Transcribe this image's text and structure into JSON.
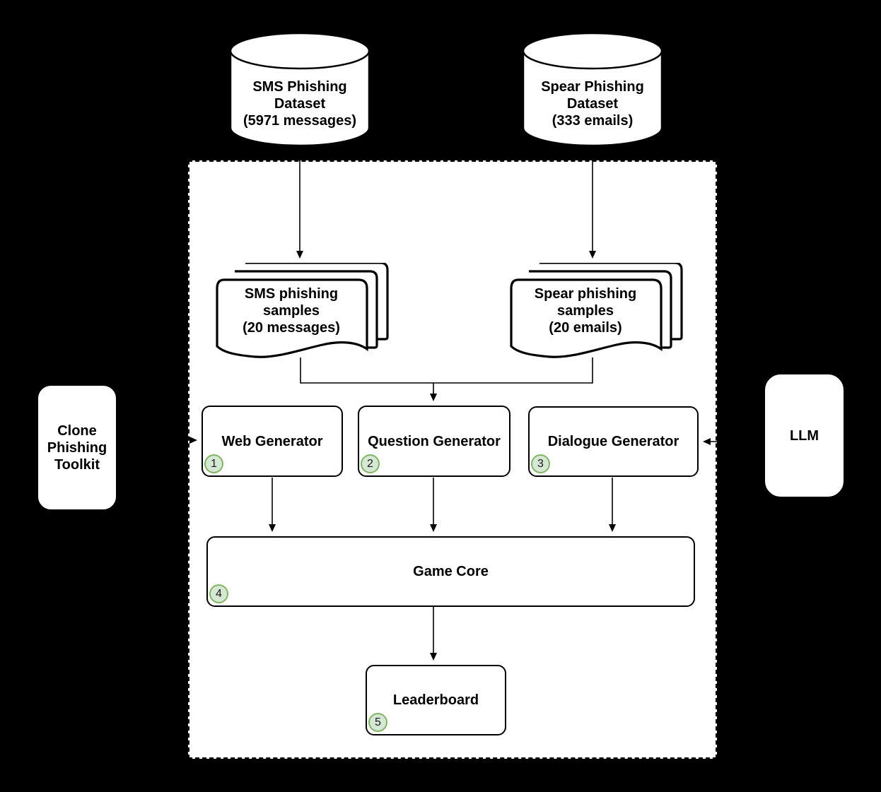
{
  "diagram": {
    "background_color": "#000000",
    "container_fill": "#ffffff",
    "stroke_color": "#000000",
    "badge_fill": "#d5e8d4",
    "badge_border": "#82b366",
    "nodes": {
      "sms_dataset": {
        "shape": "cylinder",
        "lines": [
          "SMS Phishing",
          "Dataset",
          "(5971 messages)"
        ]
      },
      "spear_dataset": {
        "shape": "cylinder",
        "lines": [
          "Spear Phishing",
          "Dataset",
          "(333 emails)"
        ]
      },
      "sms_samples": {
        "shape": "multi-document",
        "lines": [
          "SMS phishing",
          "samples",
          "(20 messages)"
        ]
      },
      "spear_samples": {
        "shape": "multi-document",
        "lines": [
          "Spear phishing",
          "samples",
          "(20 emails)"
        ]
      },
      "web_generator": {
        "label": "Web Generator",
        "badge": "1"
      },
      "question_generator": {
        "label": "Question Generator",
        "badge": "2"
      },
      "dialogue_generator": {
        "label": "Dialogue Generator",
        "badge": "3"
      },
      "game_core": {
        "label": "Game Core",
        "badge": "4"
      },
      "leaderboard": {
        "label": "Leaderboard",
        "badge": "5"
      },
      "clone_toolkit": {
        "lines": [
          "Clone",
          "Phishing",
          "Toolkit"
        ]
      },
      "llm": {
        "label": "LLM"
      }
    }
  }
}
